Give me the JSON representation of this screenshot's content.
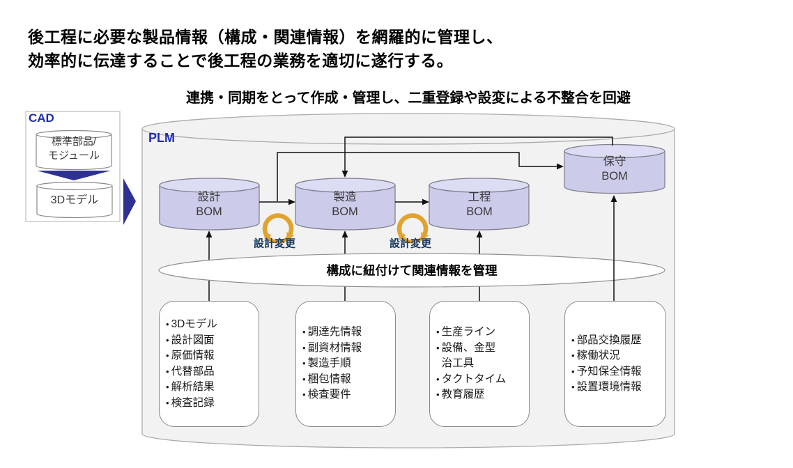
{
  "title": {
    "line1": "後工程に必要な製品情報（構成・関連情報）を網羅的に管理し、",
    "line2": "効率的に伝達することで後工程の業務を適切に遂行する。"
  },
  "subtitle": "連携・同期をとって作成・管理し、二重登録や設変による不整合を回避",
  "cad": {
    "label": "CAD",
    "cylinders": [
      {
        "label": "標準部品/\nモジュール"
      },
      {
        "label": "3Dモデル"
      }
    ]
  },
  "plm": {
    "label": "PLM",
    "boms": [
      {
        "label": "設計\nBOM"
      },
      {
        "label": "製造\nBOM"
      },
      {
        "label": "工程\nBOM"
      },
      {
        "label": "保守\nBOM"
      }
    ],
    "design_change_label": "設計変更",
    "ellipse_label": "構成に紐付けて関連情報を管理",
    "bullet_char": "•",
    "info_boxes": [
      {
        "items": [
          "3Dモデル",
          "設計図面",
          "原価情報",
          "代替部品",
          "解析結果",
          "検査記録"
        ]
      },
      {
        "items": [
          "調達先情報",
          "副資材情報",
          "製造手順",
          "梱包情報",
          "検査要件"
        ]
      },
      {
        "items": [
          "生産ライン",
          "設備、金型\n治工具",
          "タクトタイム",
          "教育履歴"
        ]
      },
      {
        "items": [
          "部品交換履歴",
          "稼働状況",
          "予知保全情報",
          "設置環境情報"
        ]
      }
    ]
  },
  "colors": {
    "accent_blue": "#2E3192",
    "label_blue": "#1F2DB0",
    "navy": "#17375E",
    "gold": "#E2A22E",
    "cylinder_fill": "#CCCCEA",
    "cylinder_top_fill": "#DCDCF4",
    "cylinder_stroke": "#7F7F8F",
    "container_fill": "#F2F2F2",
    "container_stroke": "#ABABAB",
    "line_black": "#111111"
  }
}
